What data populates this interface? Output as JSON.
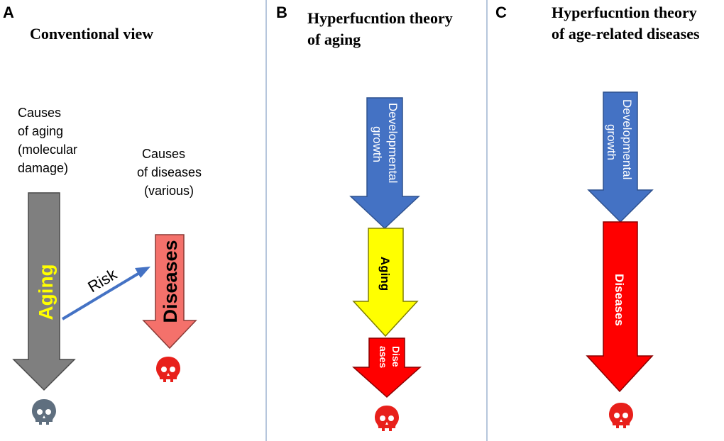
{
  "panels": [
    {
      "letter": "A",
      "title_lines": [
        "Conventional view"
      ],
      "aging_cause_lines": [
        "Causes",
        "of aging",
        "(molecular",
        "damage)"
      ],
      "disease_cause_lines": [
        "Causes",
        "of diseases",
        "(various)"
      ],
      "aging_label": "Aging",
      "diseases_label": "Diseases",
      "risk_label": "Risk"
    },
    {
      "letter": "B",
      "title_lines": [
        "Hyperfucntion theory",
        "of aging"
      ],
      "growth_lines": [
        "Developmental",
        "growth"
      ],
      "aging_label": "Aging",
      "diseases_lines": [
        "Dise",
        "ases"
      ]
    },
    {
      "letter": "C",
      "title_lines": [
        "Hyperfucntion theory",
        "of age-related diseases"
      ],
      "growth_lines": [
        "Developmental",
        "growth"
      ],
      "diseases_label": "Diseases"
    }
  ],
  "colors": {
    "aging_arrow_a": "#7f7f7f",
    "aging_text_a": "#ffff00",
    "disease_arrow_a": "#f4716b",
    "growth_arrow": "#4472c4",
    "aging_arrow_b": "#ffff00",
    "disease_arrow": "#ff0000",
    "skull_gray": "#5f6f7f",
    "skull_red": "#e8201b",
    "divider": "#9db3d0"
  },
  "icons": [
    "skull-icon"
  ]
}
